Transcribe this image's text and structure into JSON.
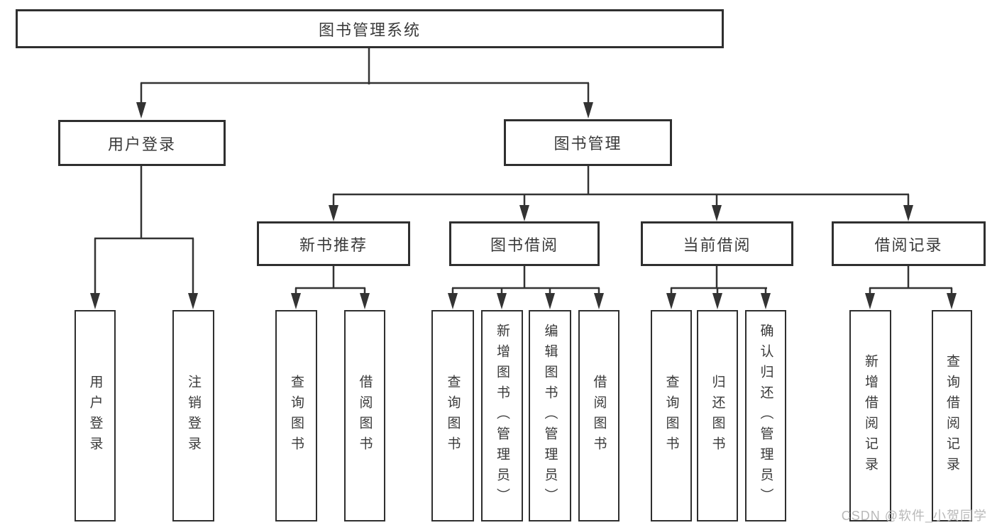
{
  "diagram": {
    "root": "图书管理系统",
    "branches": {
      "user_login": {
        "label": "用户登录",
        "children": [
          "用户登录",
          "注销登录"
        ]
      },
      "book_mgmt": {
        "label": "图书管理",
        "sections": [
          {
            "label": "新书推荐",
            "children": [
              "查询图书",
              "借阅图书"
            ]
          },
          {
            "label": "图书借阅",
            "children": [
              "查询图书",
              "新增图书（管理员）",
              "编辑图书（管理员）",
              "借阅图书"
            ]
          },
          {
            "label": "当前借阅",
            "children": [
              "查询图书",
              "归还图书",
              "确认归还（管理员）"
            ]
          },
          {
            "label": "借阅记录",
            "children": [
              "新增借阅记录",
              "查询借阅记录"
            ]
          }
        ]
      }
    },
    "colors": {
      "line": "#333333",
      "border": "#2f2f2f",
      "text": "#3a3a3a",
      "watermark": "#b9b9b9",
      "background": "#ffffff"
    }
  },
  "watermark": "CSDN @软件_小贺同学"
}
